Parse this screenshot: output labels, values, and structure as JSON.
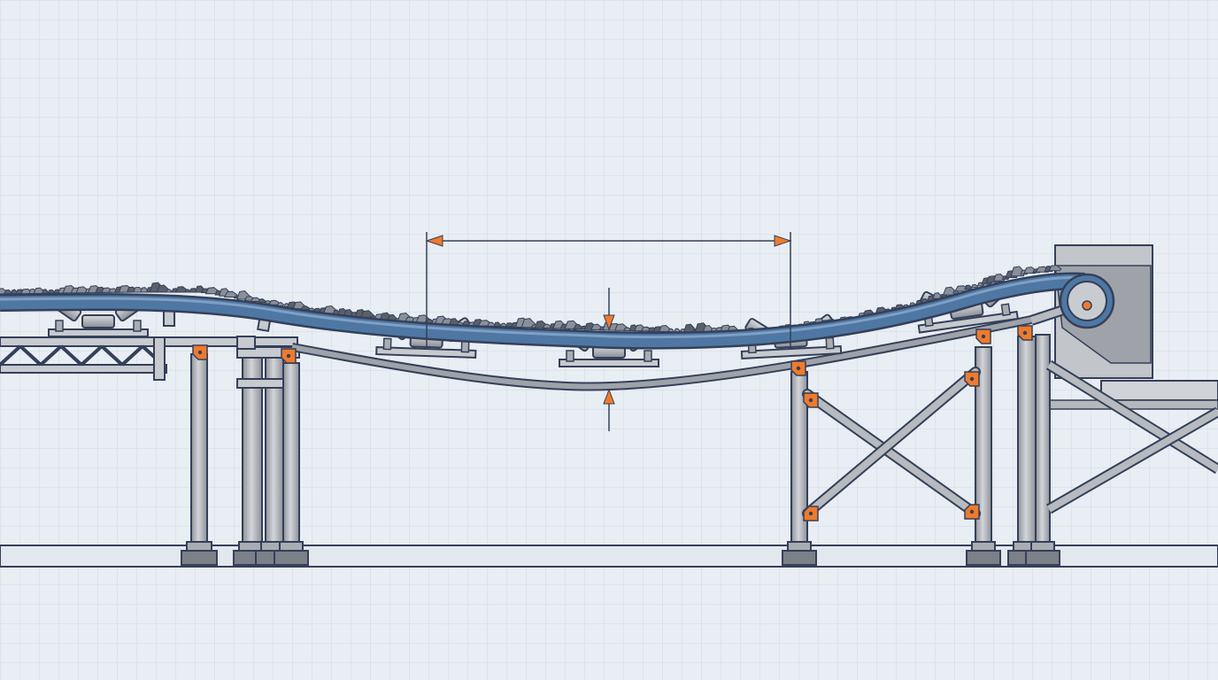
{
  "diagram": {
    "caption": "",
    "colors": {
      "background": "#e9eef4",
      "grid": "#c9d3de",
      "outline": "#34405a",
      "belt": "#4f77a3",
      "belt_dark": "#3b5f88",
      "steel": "#a9adb3",
      "steel_light": "#c7cace",
      "steel_dark": "#7c8087",
      "ore": "#5a606a",
      "ore_light": "#8a9099",
      "accent": "#f07a2c",
      "hopper": "#b9bcc0"
    },
    "components": [
      "conveyor-belt",
      "troughing-idlers",
      "head-pulley",
      "discharge-hopper",
      "support-trestle",
      "cross-bracing",
      "span-dimension",
      "sag-dimension"
    ],
    "icons": [
      "dimension-arrow-icon",
      "sag-arrow-icon"
    ]
  }
}
